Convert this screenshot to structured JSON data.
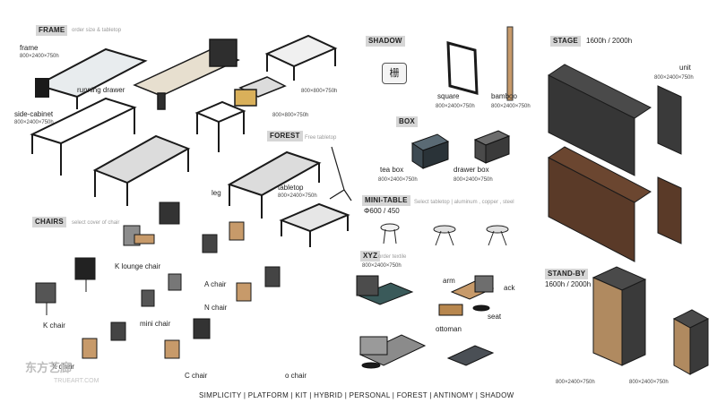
{
  "frame": {
    "header": "FRAME",
    "hint": "order size & tabletop",
    "labels": {
      "frame": "frame",
      "frame_dim": "800×2400×750h",
      "running_drawer": "running drawer",
      "side_cabinet": "side-cabinet",
      "side_cabinet_dim": "800×2400×750h",
      "dim_1": "800×800×750h",
      "dim_2": "800×800×750h"
    }
  },
  "forest": {
    "header": "FOREST",
    "hint": "Free tabletop",
    "labels": {
      "leg": "leg",
      "tabletop": "tabletop",
      "tabletop_dim": "800×2400×750h"
    }
  },
  "shadow": {
    "header": "SHADOW",
    "icon_glyph": "栅",
    "labels": {
      "square": "square",
      "square_dim": "800×2400×750h",
      "bamboo": "bamboo",
      "bamboo_dim": "800×2400×750h"
    }
  },
  "box": {
    "header": "BOX",
    "labels": {
      "tea_box": "tea box",
      "tea_box_dim": "800×2400×750h",
      "drawer_box": "drawer box",
      "drawer_box_dim": "800×2400×750h"
    }
  },
  "mini_table": {
    "header": "MINI-TABLE",
    "hint": "Select tabletop | aluminum , copper , steel",
    "size": "Φ600 / 450"
  },
  "xyz": {
    "header": "XYZ",
    "hint": "order textile",
    "dim": "800×2400×750h",
    "labels": {
      "arm": "arm",
      "back": "ack",
      "seat": "seat",
      "ottoman": "ottoman"
    }
  },
  "stage": {
    "header": "STAGE",
    "heights": "1600h / 2000h",
    "unit": "unit",
    "unit_dim": "800×2400×750h"
  },
  "stand_by": {
    "header": "STAND-BY",
    "heights": "1600h / 2000h",
    "dim_1": "800×2400×750h",
    "dim_2": "800×2400×750h"
  },
  "chairs": {
    "header": "CHAIRS",
    "hint": "select cover of chair",
    "labels": {
      "k_lounge": "K lounge chair",
      "a_chair": "A chair",
      "n_chair": "N chair",
      "mini_chair": "mini chair",
      "k_chair": "K chair",
      "x_chair": "X chair",
      "c_chair": "C chair",
      "o_chair": "o chair"
    }
  },
  "footer": "SIMPLICITY | PLATFORM | KIT | HYBRID | PERSONAL | FOREST | ANTINOMY | SHADOW",
  "watermark": {
    "text": "东方艺廊",
    "sub": "TRUEART.COM"
  },
  "colors": {
    "header_bg": "#d6d6d6",
    "frame_line": "#1a1a1a",
    "marble": "#dcdcdc",
    "dark_wood": "#3a3a3a",
    "walnut": "#5a3a28",
    "oak": "#c79a6a",
    "teal_fabric": "#3a5a5a"
  }
}
